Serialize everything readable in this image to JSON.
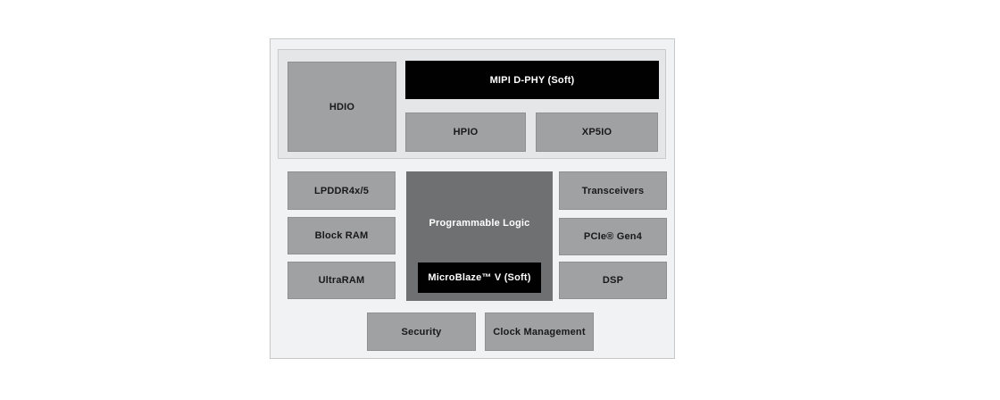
{
  "diagram": {
    "colors": {
      "page_bg": "#ffffff",
      "outer_bg": "#f1f2f3",
      "outer_border": "#c6c7c8",
      "io_section_bg": "#e5e6e8",
      "io_section_border": "#c9cacb",
      "block_gray": "#a0a1a3",
      "block_dark": "#6f7072",
      "block_black": "#010101",
      "text_dark": "#19191b",
      "text_light": "#ffffff"
    },
    "io_section": {
      "hdio": "HDIO",
      "mipi_dphy": "MIPI D-PHY (Soft)",
      "hpio": "HPIO",
      "xp5io": "XP5IO"
    },
    "memory_column": {
      "lpddr": "LPDDR4x/5",
      "block_ram": "Block RAM",
      "ultraram": "UltraRAM"
    },
    "center": {
      "programmable_logic": "Programmable Logic",
      "microblaze": "MicroBlaze™ V (Soft)"
    },
    "connectivity_column": {
      "transceivers": "Transceivers",
      "pcie": "PCIe® Gen4",
      "dsp": "DSP"
    },
    "bottom_row": {
      "security": "Security",
      "clock_management": "Clock Management"
    }
  }
}
